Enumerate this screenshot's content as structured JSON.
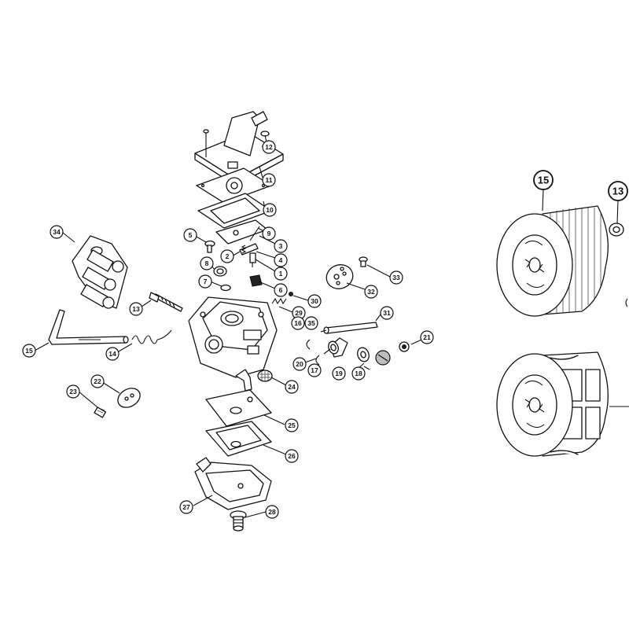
{
  "callouts": {
    "c1": "1",
    "c2": "2",
    "c3": "3",
    "c4": "4",
    "c5": "5",
    "c6": "6",
    "c7": "7",
    "c8": "8",
    "c9": "9",
    "c10": "10",
    "c11": "11",
    "c12": "12",
    "c13": "13",
    "c14": "14",
    "c15": "15",
    "c16": "16",
    "c17": "17",
    "c18": "18",
    "c19": "19",
    "c20": "20",
    "c21": "21",
    "c22": "22",
    "c23": "23",
    "c24": "24",
    "c25": "25",
    "c26": "26",
    "c27": "27",
    "c28": "28",
    "c29": "29",
    "c30": "30",
    "c31": "31",
    "c32": "32",
    "c33": "33",
    "c34": "34",
    "c35": "35",
    "big15": "15",
    "big13": "13"
  }
}
